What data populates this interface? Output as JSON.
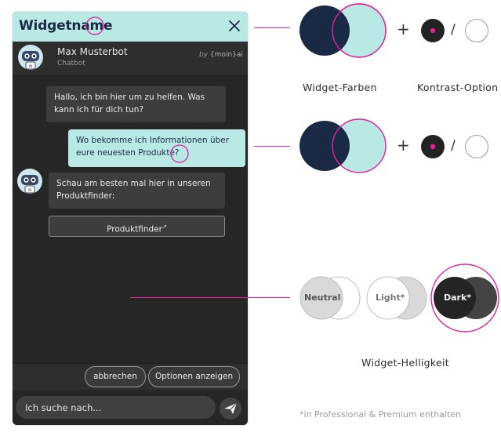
{
  "colors": {
    "header_bg": "#b9e9e4",
    "dark_navy": "#1b2a44",
    "accent_magenta": "#e0229a",
    "widget_bg": "#262626",
    "bubble_bot": "#3d3d3d",
    "neutral": "#d9d9d9",
    "dark_mode": "#242424"
  },
  "widget": {
    "title": "Widgetname",
    "close_icon": "close-icon",
    "bot": {
      "name": "Max Musterbot",
      "role": "Chatbot",
      "powered_by_prefix": "by",
      "powered_by_brand": "{moin}ai"
    },
    "messages": [
      {
        "from": "bot",
        "text": "Hallo, ich bin hier um zu helfen. Was kann ich für dich tun?"
      },
      {
        "from": "user",
        "text": "Wo bekomme ich Informationen über eure neuesten Produkte?"
      },
      {
        "from": "bot",
        "text": "Schau am besten mal hier in unseren Produktfinder:"
      }
    ],
    "link_button": {
      "label": "Produktfinder",
      "icon": "external-link-icon"
    },
    "actions": {
      "abort": "abbrechen",
      "options": "Optionen anzeigen"
    },
    "input": {
      "placeholder": "Ich suche nach...",
      "value": ""
    },
    "send_icon": "paper-plane-icon"
  },
  "annotations": {
    "colors_label": "Widget-Farben",
    "contrast_label": "Kontrast-Option",
    "plus": "+",
    "slash": "/",
    "brightness_label": "Widget-Helligkeit",
    "brightness_options": [
      "Neutral",
      "Light*",
      "Dark*"
    ],
    "selected_brightness": "Dark*",
    "footnote": "*in Professional & Premium enthalten"
  }
}
